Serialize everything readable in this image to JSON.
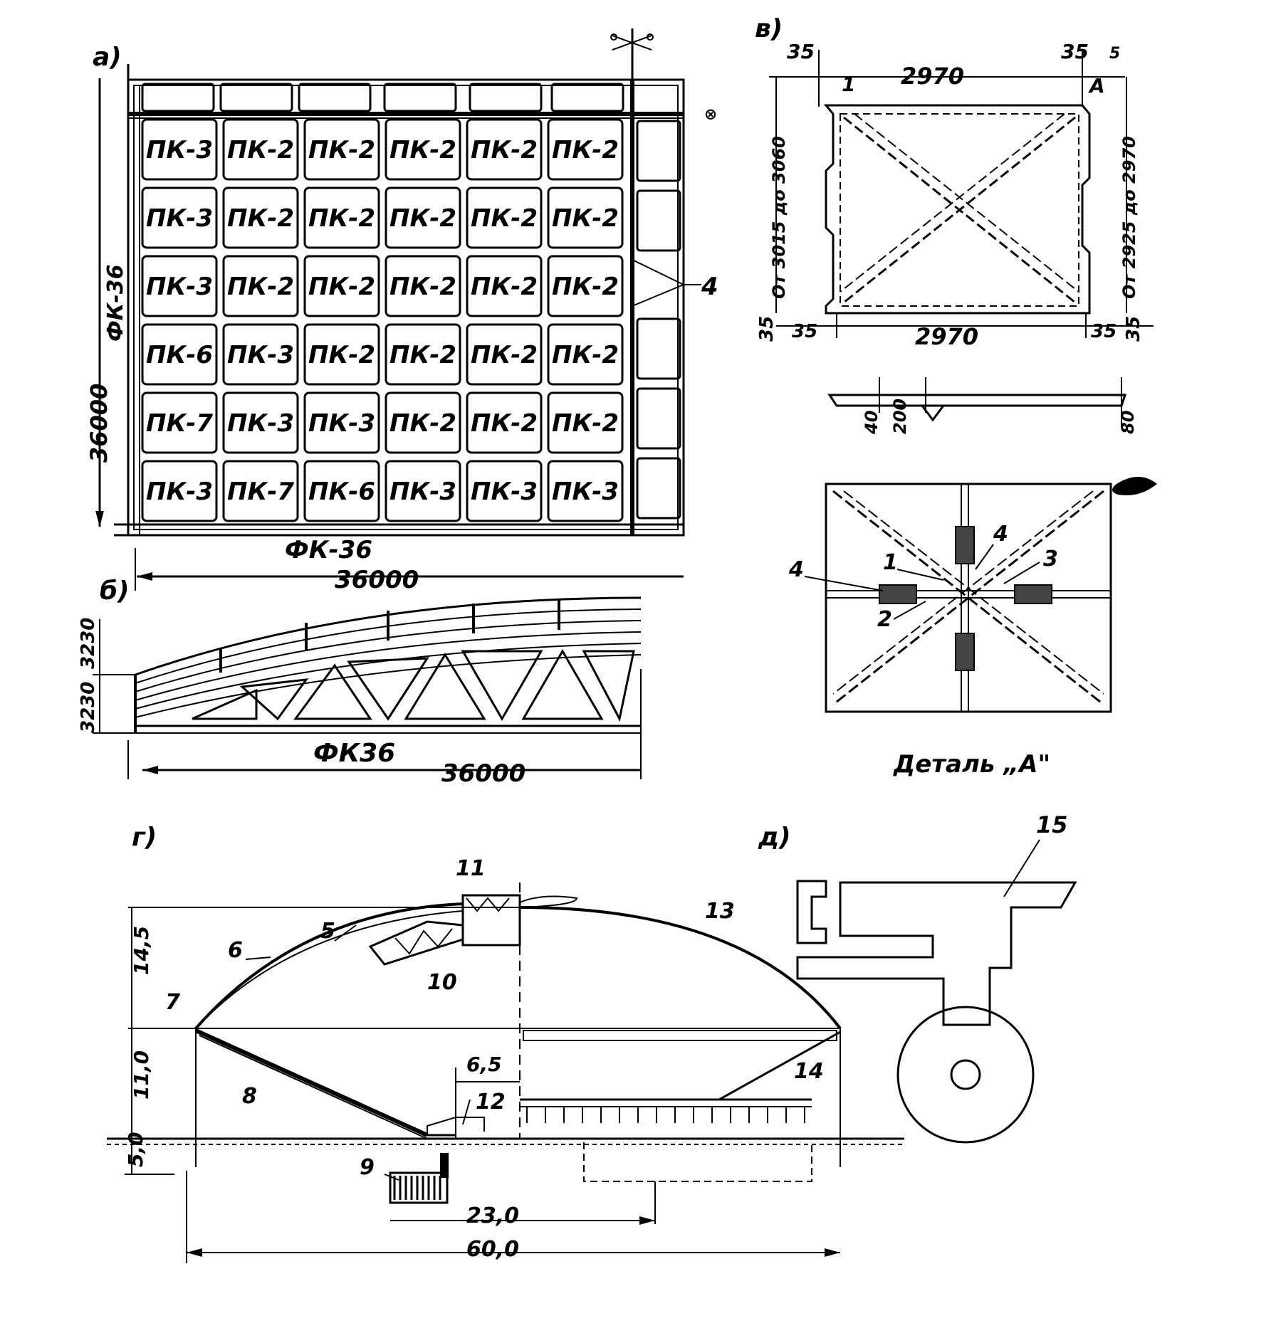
{
  "panels": {
    "a": {
      "label": "a)",
      "grid_rows": [
        [
          "ПК-3",
          "ПК-2",
          "ПК-2",
          "ПК-2",
          "ПК-2",
          "ПК-2"
        ],
        [
          "ПК-3",
          "ПК-2",
          "ПК-2",
          "ПК-2",
          "ПК-2",
          "ПК-2"
        ],
        [
          "ПК-3",
          "ПК-2",
          "ПК-2",
          "ПК-2",
          "ПК-2",
          "ПК-2"
        ],
        [
          "ПК-6",
          "ПК-3",
          "ПК-2",
          "ПК-2",
          "ПК-2",
          "ПК-2"
        ],
        [
          "ПК-7",
          "ПК-3",
          "ПК-3",
          "ПК-2",
          "ПК-2",
          "ПК-2"
        ],
        [
          "ПК-3",
          "ПК-7",
          "ПК-6",
          "ПК-3",
          "ПК-3",
          "ПК-3"
        ]
      ],
      "left_label": "ФК-36",
      "bottom_label": "ФК-36",
      "dim_horizontal": "36000",
      "dim_vertical": "36000",
      "callout": "4"
    },
    "b": {
      "label": "б)",
      "truss_label": "ФК36",
      "dim_span": "36000",
      "dim_height_1": "3230",
      "dim_height_2": "3230"
    },
    "v": {
      "label": "в)",
      "top_left": "35",
      "top_width": "2970",
      "top_right": "35",
      "top_right_small": "5",
      "marker_1": "1",
      "marker_A": "А",
      "left_range": "От 3015 до 3060",
      "right_range": "От 2925 до 2970",
      "bot_left_v": "35",
      "bot_left_h": "35",
      "bot_width": "2970",
      "bot_right_h": "35",
      "bot_right_v": "35",
      "sec_40": "40",
      "sec_200": "200",
      "sec_80": "80",
      "detail_numbers": [
        "1",
        "2",
        "3",
        "4",
        "4"
      ],
      "detail_caption": "Деталь „А\""
    },
    "g": {
      "label": "г)",
      "numbers": [
        "5",
        "6",
        "7",
        "8",
        "9",
        "10",
        "11",
        "12",
        "13",
        "14"
      ],
      "dim_14_5": "14,5",
      "dim_11_0": "11,0",
      "dim_5_0": "5,0",
      "dim_6_5": "6,5",
      "dim_23_0": "23,0",
      "dim_60_0": "60,0"
    },
    "d": {
      "label": "д)",
      "number": "15"
    }
  },
  "colors": {
    "ink": "#000000",
    "paper": "#ffffff"
  }
}
